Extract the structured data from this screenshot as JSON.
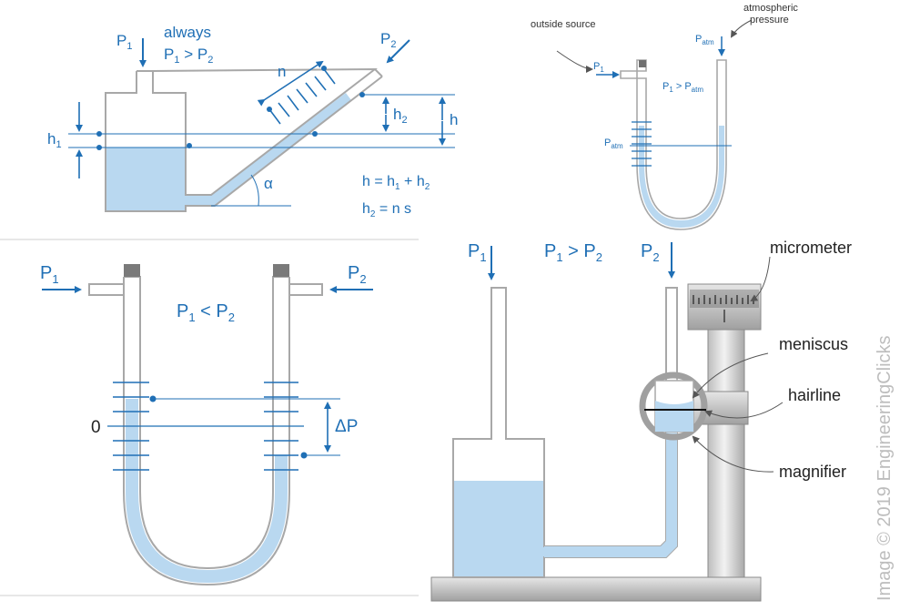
{
  "inclined": {
    "p1": "P",
    "p1_sub": "1",
    "always": "always",
    "cond": "P",
    "cond_sub1": "1",
    "cond_mid": " > P",
    "cond_sub2": "2",
    "p2": "P",
    "p2_sub": "2",
    "n": "n",
    "h1": "h",
    "h1_sub": "1",
    "h2": "h",
    "h2_sub": "2",
    "h": "h",
    "alpha": "α",
    "eq1_a": "h = h",
    "eq1_s1": "1",
    "eq1_b": " + h",
    "eq1_s2": "2",
    "eq2_a": "h",
    "eq2_s": "2",
    "eq2_b": " = n s"
  },
  "open_u": {
    "outside_source": "outside source",
    "atm_pressure_1": "atmospheric",
    "atm_pressure_2": "pressure",
    "p1": "P",
    "p1_sub": "1",
    "patm": "P",
    "patm_sub": "atm",
    "cond_a": "P",
    "cond_s1": "1",
    "cond_b": " > P",
    "cond_s2": "atm",
    "patm_level": "P",
    "patm_level_sub": "atm"
  },
  "u_tube": {
    "p1": "P",
    "p1_sub": "1",
    "p2": "P",
    "p2_sub": "2",
    "cond_a": "P",
    "cond_s1": "1",
    "cond_b": " < P",
    "cond_s2": "2",
    "zero": "0",
    "delta_p": "ΔP"
  },
  "micro": {
    "p1": "P",
    "p1_sub": "1",
    "cond_a": "P",
    "cond_s1": "1",
    "cond_b": " > P",
    "cond_s2": "2",
    "p2": "P",
    "p2_sub": "2",
    "micrometer": "micrometer",
    "meniscus": "meniscus",
    "hairline": "hairline",
    "magnifier": "magnifier"
  },
  "watermark": "Image © 2019 EngineeringClicks",
  "colors": {
    "accent": "#1f6fb5",
    "fluid": "#b9d8f0",
    "tube": "#a8a8a8"
  }
}
